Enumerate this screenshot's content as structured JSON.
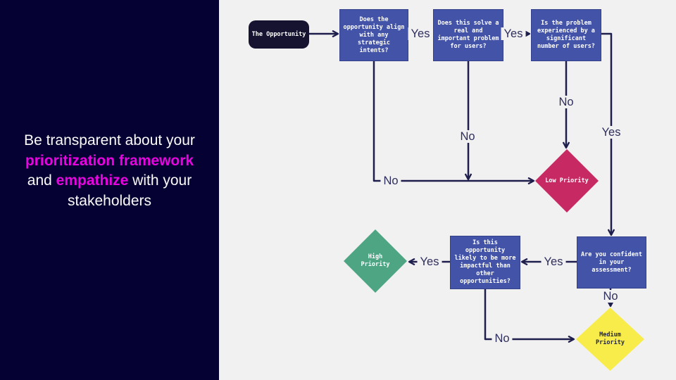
{
  "sidebar": {
    "background": "#050233",
    "text_color": "#fafafa",
    "highlight_color": "#e803e0",
    "lines": [
      {
        "segments": [
          {
            "text": "Be transparent about your",
            "highlight": false
          }
        ]
      },
      {
        "segments": [
          {
            "text": "prioritization framework",
            "highlight": true
          }
        ]
      },
      {
        "segments": [
          {
            "text": "and ",
            "highlight": false
          },
          {
            "text": "empathize",
            "highlight": true
          },
          {
            "text": " with your",
            "highlight": false
          }
        ]
      },
      {
        "segments": [
          {
            "text": "stakeholders",
            "highlight": false
          }
        ]
      }
    ]
  },
  "flowchart": {
    "colors": {
      "canvas": "#f2f1f1",
      "question_fill": "#4353a8",
      "start_fill": "#151330",
      "connector": "#1e1e4d",
      "low_priority": "#c72a62",
      "high_priority": "#4ea584",
      "medium_priority": "#f8ec4b"
    },
    "start": {
      "label": "The Opportunity"
    },
    "questions": [
      {
        "id": "q1",
        "label": "Does the opportunity align with any strategic intents?"
      },
      {
        "id": "q2",
        "label": "Does this solve a real and important problem for users?"
      },
      {
        "id": "q3",
        "label": "Is the problem experienced by a significant number of users?"
      },
      {
        "id": "q4",
        "label": "Is this opportunity likely to be more impactful than other opportunities?"
      },
      {
        "id": "q5",
        "label": "Are you confident in your assessment?"
      }
    ],
    "outcomes": [
      {
        "id": "low",
        "label": "Low Priority",
        "color": "#c72a62"
      },
      {
        "id": "high",
        "label": "High Priority",
        "color": "#4ea584"
      },
      {
        "id": "medium",
        "label": "Medium Priority",
        "color": "#f8ec4b"
      }
    ],
    "edges": [
      {
        "from": "start",
        "to": "q1",
        "label": ""
      },
      {
        "from": "q1",
        "to": "q2",
        "label": "Yes"
      },
      {
        "from": "q2",
        "to": "q3",
        "label": "Yes"
      },
      {
        "from": "q3",
        "to": "q5",
        "label": "Yes"
      },
      {
        "from": "q3",
        "to": "low",
        "label": "No"
      },
      {
        "from": "q1",
        "to": "low",
        "label": "No"
      },
      {
        "from": "q2",
        "to": "low",
        "label": "No"
      },
      {
        "from": "q5",
        "to": "q4",
        "label": "Yes"
      },
      {
        "from": "q4",
        "to": "high",
        "label": "Yes"
      },
      {
        "from": "q5",
        "to": "medium",
        "label": "No"
      },
      {
        "from": "q4",
        "to": "medium",
        "label": "No"
      }
    ]
  }
}
